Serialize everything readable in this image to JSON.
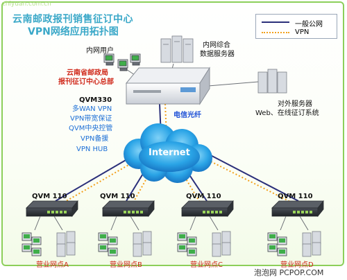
{
  "watermark_top": "zhiyuan.com.cn",
  "title": {
    "line1": "云南邮政报刊销售征订中心",
    "line2": "VPN网络应用拓扑图"
  },
  "legend": {
    "public_net": "一般公网",
    "vpn": "VPN"
  },
  "hq": {
    "intranet_users": "内网用户",
    "intranet_db_line1": "内网综合",
    "intranet_db_line2": "数据服务器",
    "name_line1": "云南省邮政局",
    "name_line2": "报刊征订中心总部",
    "model": "QVM330",
    "features": [
      "多WAN VPN",
      "VPN带宽保证",
      "QVM中央控管",
      "VPN备援",
      "VPN HUB"
    ],
    "fiber": "电信光纤",
    "external_server_line1": "对外服务器",
    "external_server_line2": "Web、在线征订系统"
  },
  "cloud_label": "Internet",
  "branches": [
    {
      "model": "QVM 110",
      "name": "营业网点A"
    },
    {
      "model": "QVM 110",
      "name": "营业网点B"
    },
    {
      "model": "QVM 110",
      "name": "营业网点C"
    },
    {
      "model": "QVM 110",
      "name": "营业网点D"
    }
  ],
  "footer": "泡泡网 PCPOP.COM",
  "colors": {
    "public_line": "#2a2f7a",
    "vpn_line": "#f3a01a",
    "title": "#3aa8c8",
    "hq_title": "#d02a1c",
    "feature_text": "#1d6fd6",
    "cloud": "#2aa4e6",
    "frame": "#8ccf5a"
  }
}
